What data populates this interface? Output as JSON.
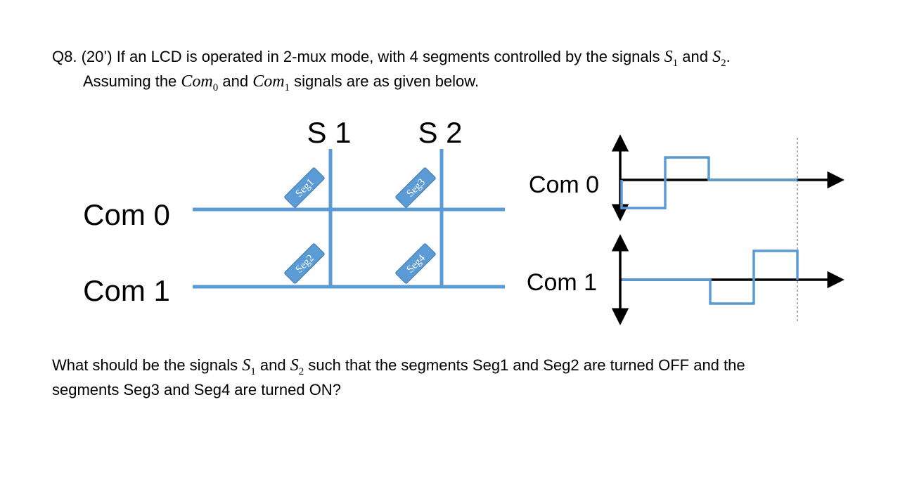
{
  "question": {
    "line1": {
      "prefix": "Q8. (20’) If an LCD is operated in 2-mux mode, with 4 segments controlled by the signals ",
      "s1": "S",
      "s1_sub": "1",
      "and": " and ",
      "s2": "S",
      "s2_sub": "2",
      "end": "."
    },
    "line2": {
      "prefix": "Assuming the ",
      "com0": "Com",
      "com0_sub": "0",
      "and": " and ",
      "com1": "Com",
      "com1_sub": "1",
      "suffix": " signals are as given below."
    }
  },
  "diagram": {
    "col_labels": [
      "S 1",
      "S 2"
    ],
    "row_labels": [
      "Com 0",
      "Com 1"
    ],
    "segments": [
      "Seg1",
      "Seg2",
      "Seg3",
      "Seg4"
    ],
    "wave_labels": [
      "Com 0",
      "Com 1"
    ],
    "colors": {
      "grid": "#5b9bd5",
      "axis": "#000000",
      "wave": "#5b9bd5"
    }
  },
  "prompt": {
    "line1": {
      "prefix": "What should be the signals ",
      "s1": "S",
      "s1_sub": "1",
      "and": " and ",
      "s2": "S",
      "s2_sub": "2",
      "suffix": " such that the segments Seg1 and Seg2 are turned OFF and the"
    },
    "line2": "segments Seg3 and Seg4 are turned ON?"
  }
}
